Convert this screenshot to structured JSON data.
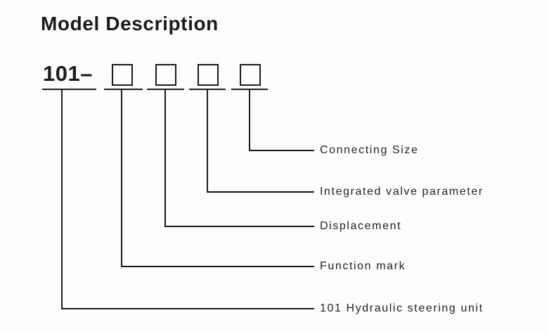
{
  "figure": {
    "title": "Model Description",
    "model_prefix": "101–",
    "placeholder_box_count": 4,
    "colors": {
      "background": "#fdfdfd",
      "ink": "#1a1a1a"
    },
    "callouts": [
      {
        "label": "Connecting Size",
        "refers_to": "digit-box-4"
      },
      {
        "label": "Integrated valve parameter",
        "refers_to": "digit-box-3"
      },
      {
        "label": "Displacement",
        "refers_to": "digit-box-2"
      },
      {
        "label": "Function mark",
        "refers_to": "digit-box-1"
      },
      {
        "label": "101 Hydraulic steering unit",
        "refers_to": "model-prefix"
      }
    ]
  }
}
